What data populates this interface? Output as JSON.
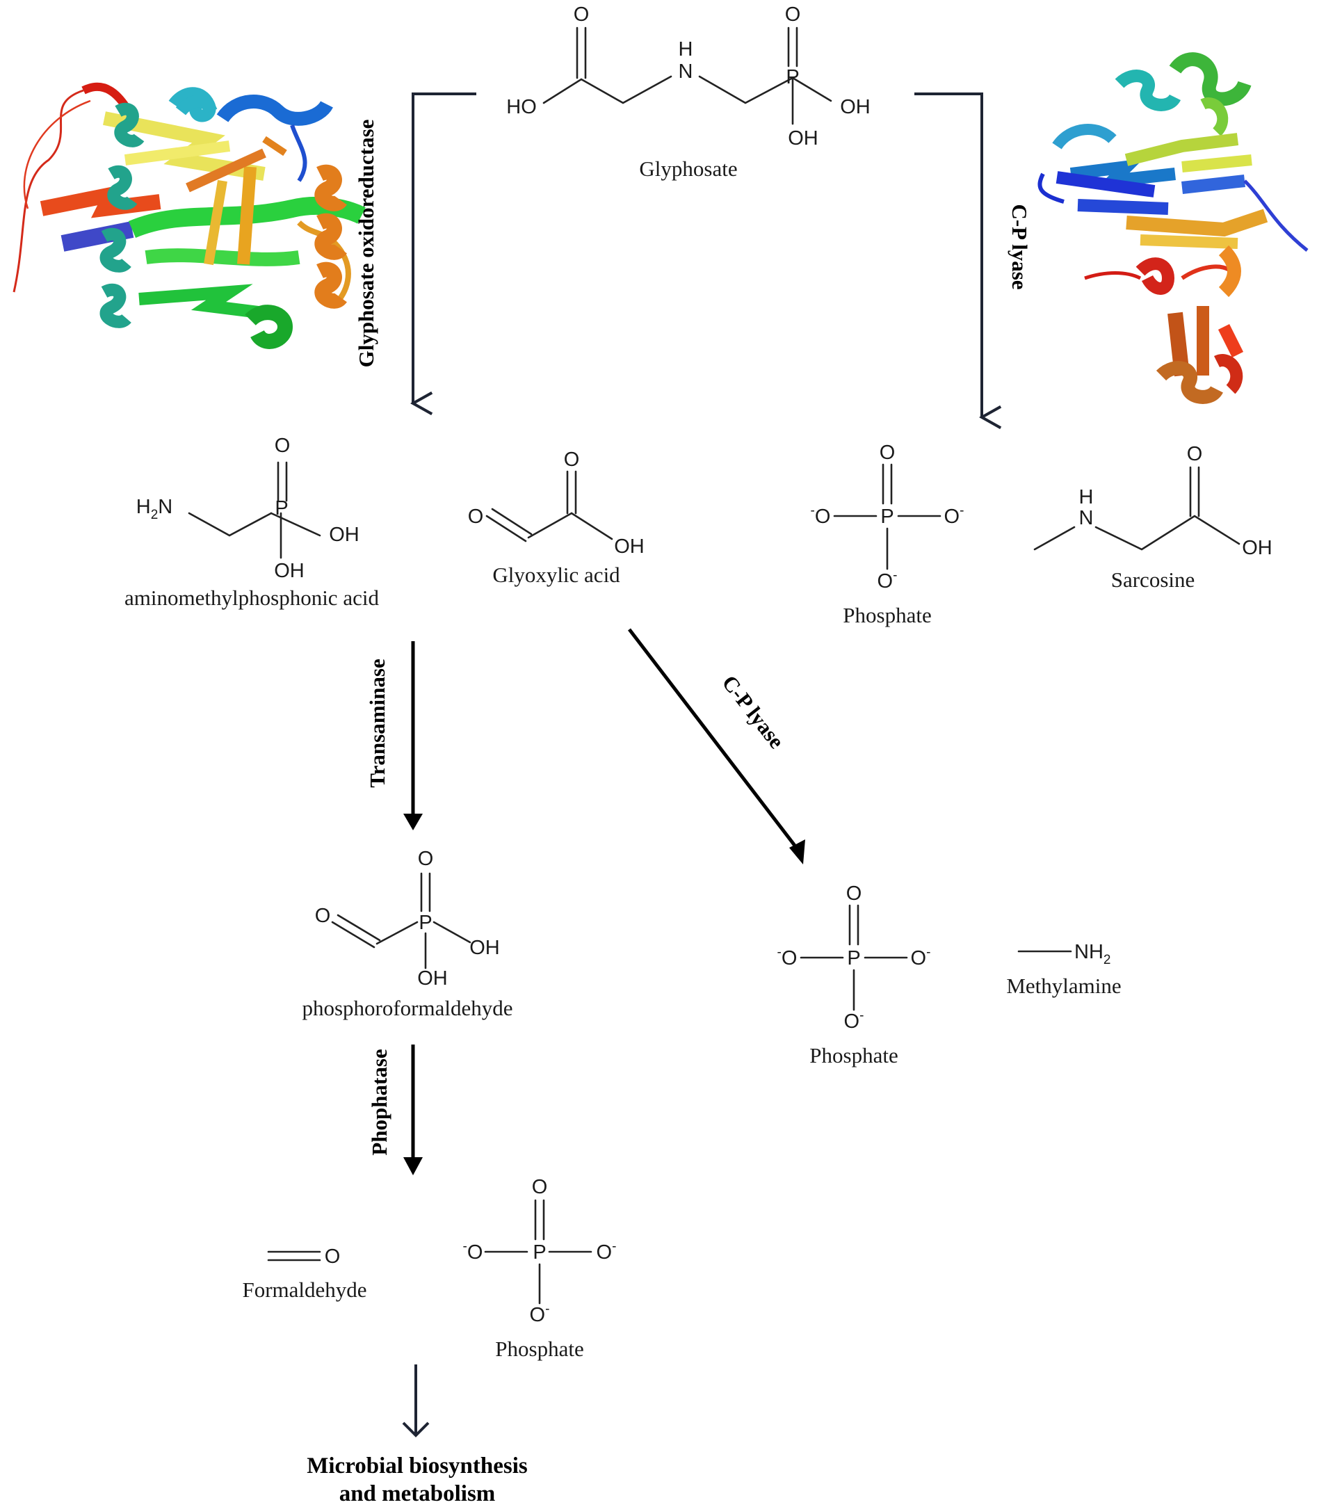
{
  "compounds": {
    "glyphosate": "Glyphosate",
    "ampa": "aminomethylphosphonic acid",
    "glyoxylic": "Glyoxylic acid",
    "phosphate_top": "Phosphate",
    "sarcosine": "Sarcosine",
    "phosphoroformaldehyde": "phosphoroformaldehyde",
    "phosphate_mid": "Phosphate",
    "methylamine": "Methylamine",
    "formaldehyde": "Formaldehyde",
    "phosphate_bottom": "Phosphate"
  },
  "enzymes": {
    "glyphosate_oxidoreductase": "Glyphosate oxidoreductase",
    "cp_lyase_right": "C-P lyase",
    "transaminase": "Transaminase",
    "cp_lyase_diag": "C-P lyase",
    "phosphatase": "Phophatase"
  },
  "final_product": {
    "line1": "Microbial biosynthesis",
    "line2": "and metabolism"
  },
  "atoms": {
    "O": "O",
    "HO": "HO",
    "OH": "OH",
    "N": "N",
    "H": "H",
    "P": "P",
    "H2N_H": "H",
    "H2N_N": "N",
    "NH_N": "NH",
    "sub_2": "2",
    "minus": "-"
  },
  "colors": {
    "arrow_dark": "#1e2433",
    "arrow_black": "#000000"
  }
}
